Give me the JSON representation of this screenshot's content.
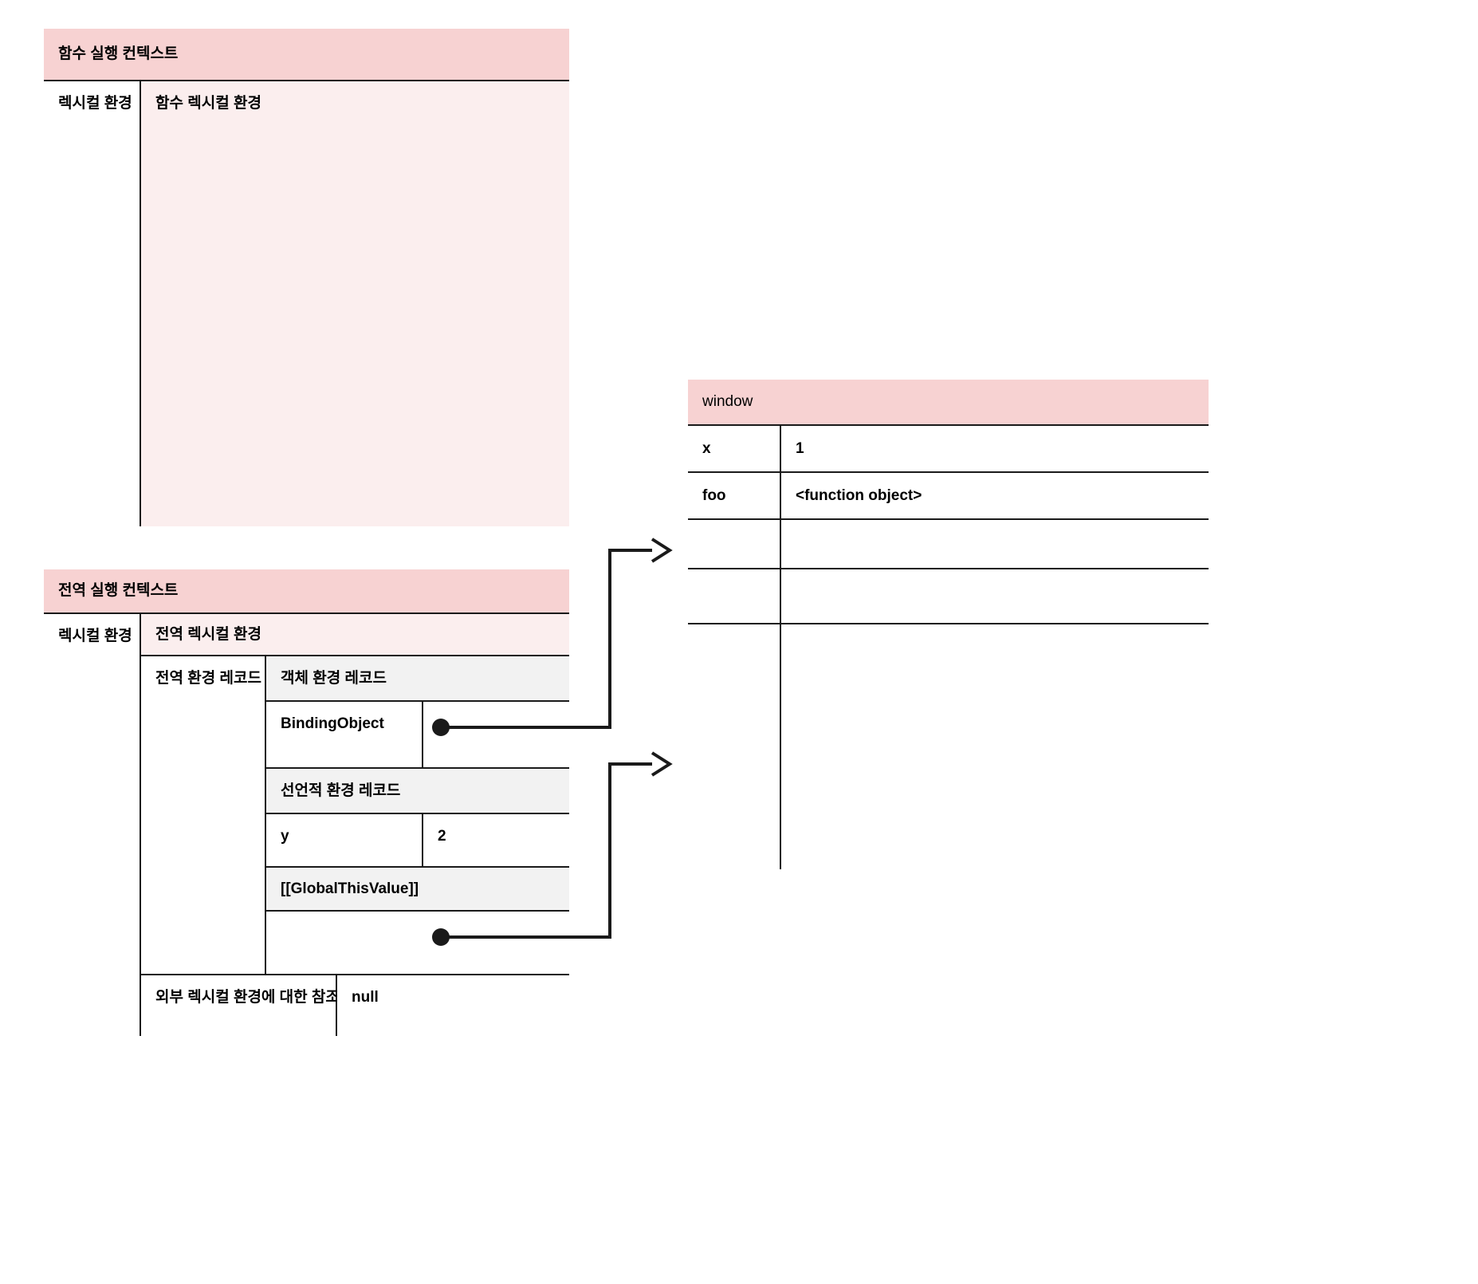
{
  "diagram": {
    "title_function_context": "함수 실행 컨텍스트",
    "title_global_context": "전역 실행 컨텍스트",
    "label_lexical_environment": "렉시컬 환경",
    "label_function_lexical_environment": "함수 렉시컬 환경",
    "label_global_lexical_environment": "전역 렉시컬 환경",
    "label_global_environment_record": "전역 환경 레코드",
    "label_object_environment_record": "객체 환경 레코드",
    "label_declarative_environment_record": "선언적 환경 레코드",
    "label_binding_object": "BindingObject",
    "label_global_this_value": "[[GlobalThisValue]]",
    "label_outer_env_ref": "외부 렉시컬 환경에 대한 참조",
    "value_outer_env_ref": "null",
    "declarative_bindings": [
      {
        "name": "y",
        "value": "2"
      }
    ],
    "window": {
      "title": "window",
      "rows": [
        {
          "name": "x",
          "value": "1"
        },
        {
          "name": "foo",
          "value": "<function object>"
        },
        {
          "name": "",
          "value": ""
        },
        {
          "name": "",
          "value": ""
        },
        {
          "name": "",
          "value": ""
        }
      ]
    },
    "connectors": [
      {
        "from": "BindingObject",
        "to": "window"
      },
      {
        "from": "[[GlobalThisValue]]",
        "to": "window"
      }
    ],
    "colors": {
      "header_strong": "#f7d2d2",
      "header_soft": "#fbeeee",
      "header_grey": "#f2f2f2",
      "border": "#1a1a1a",
      "background": "#ffffff"
    }
  }
}
